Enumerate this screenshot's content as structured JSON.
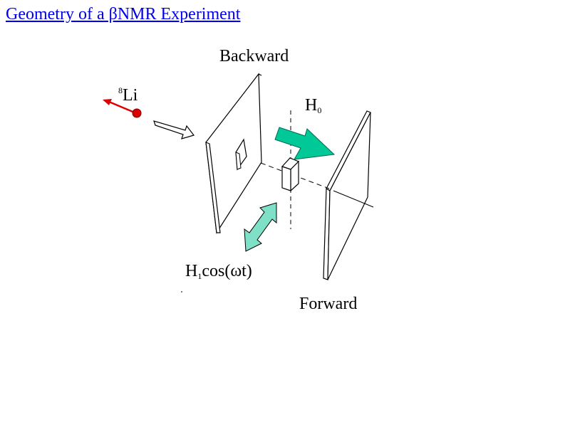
{
  "title": "Geometry of a βNMR Experiment",
  "labels": {
    "backward": "Backward",
    "forward": "Forward",
    "li_sup": "8",
    "li": "Li",
    "h0_main": "H",
    "h0_sub": "0",
    "h1_main": "H",
    "h1_sub": "1",
    "h1_rest": "cos(ωt)"
  },
  "colors": {
    "title": "#0000ee",
    "beam_arrow": "#dd0000",
    "li_ion": "#dd0000",
    "h0_arrow": "#00c896",
    "h1_arrow": "#7fe0c8"
  }
}
